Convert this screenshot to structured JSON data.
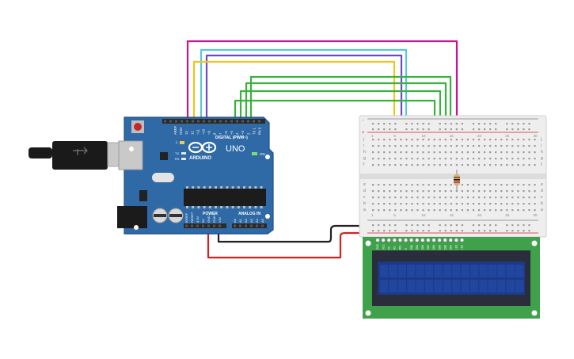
{
  "colors": {
    "background": "#ffffff",
    "arduino_board": "#2f6aa6",
    "arduino_board_edge": "#1f4f82",
    "header": "#2a2a2a",
    "usb_metal": "#c9c9c9",
    "usb_cable": "#1a1a1a",
    "breadboard": "#eeeeee",
    "breadboard_hole": "#9a9a9a",
    "lcd_pcb": "#3fa14a",
    "lcd_frame": "#2a2d3a",
    "lcd_screen": "#1d3a86",
    "wire_magenta": "#c2188f",
    "wire_blue": "#5bc6de",
    "wire_purple": "#6a4bc4",
    "wire_yellow": "#f0c419",
    "wire_green": "#3ab03e",
    "wire_black": "#222222",
    "wire_red": "#d62020",
    "resistor": "#d8b27a"
  },
  "arduino": {
    "brand": "ARDUINO",
    "model": "UNO",
    "digital_label": "DIGITAL (PWM~)",
    "power_label": "POWER",
    "analog_label": "ANALOG IN",
    "on_label": "ON",
    "l_label": "L",
    "tx_label": "TX",
    "rx_label": "RX",
    "aref_label": "AREF",
    "gnd_label": "GND",
    "pin_labels": [
      "13",
      "12",
      "~11",
      "~10",
      "~9",
      "8",
      "7",
      "~6",
      "~5",
      "4",
      "~3",
      "2",
      "TX 1",
      "RX 0"
    ],
    "power_pins": [
      "IOREF",
      "RESET",
      "3.3V",
      "5V",
      "GND",
      "GND",
      "VIN"
    ],
    "analog_pins": [
      "A0",
      "A1",
      "A2",
      "A3",
      "A4",
      "A5"
    ]
  },
  "breadboard": {
    "column_numbers": [
      "1",
      "5",
      "10",
      "15",
      "20",
      "25",
      "30"
    ],
    "row_letters_top": [
      "j",
      "i",
      "h",
      "g",
      "f"
    ],
    "row_letters_bottom": [
      "e",
      "d",
      "c",
      "b",
      "a"
    ],
    "rail_plus": "+",
    "rail_minus": "-"
  },
  "lcd": {
    "pin_labels": [
      "GND",
      "VCC",
      "V0",
      "RS",
      "RW",
      "E",
      "DB0",
      "DB1",
      "DB2",
      "DB3",
      "DB4",
      "DB5",
      "DB6",
      "DB7",
      "LED",
      "LED"
    ]
  }
}
